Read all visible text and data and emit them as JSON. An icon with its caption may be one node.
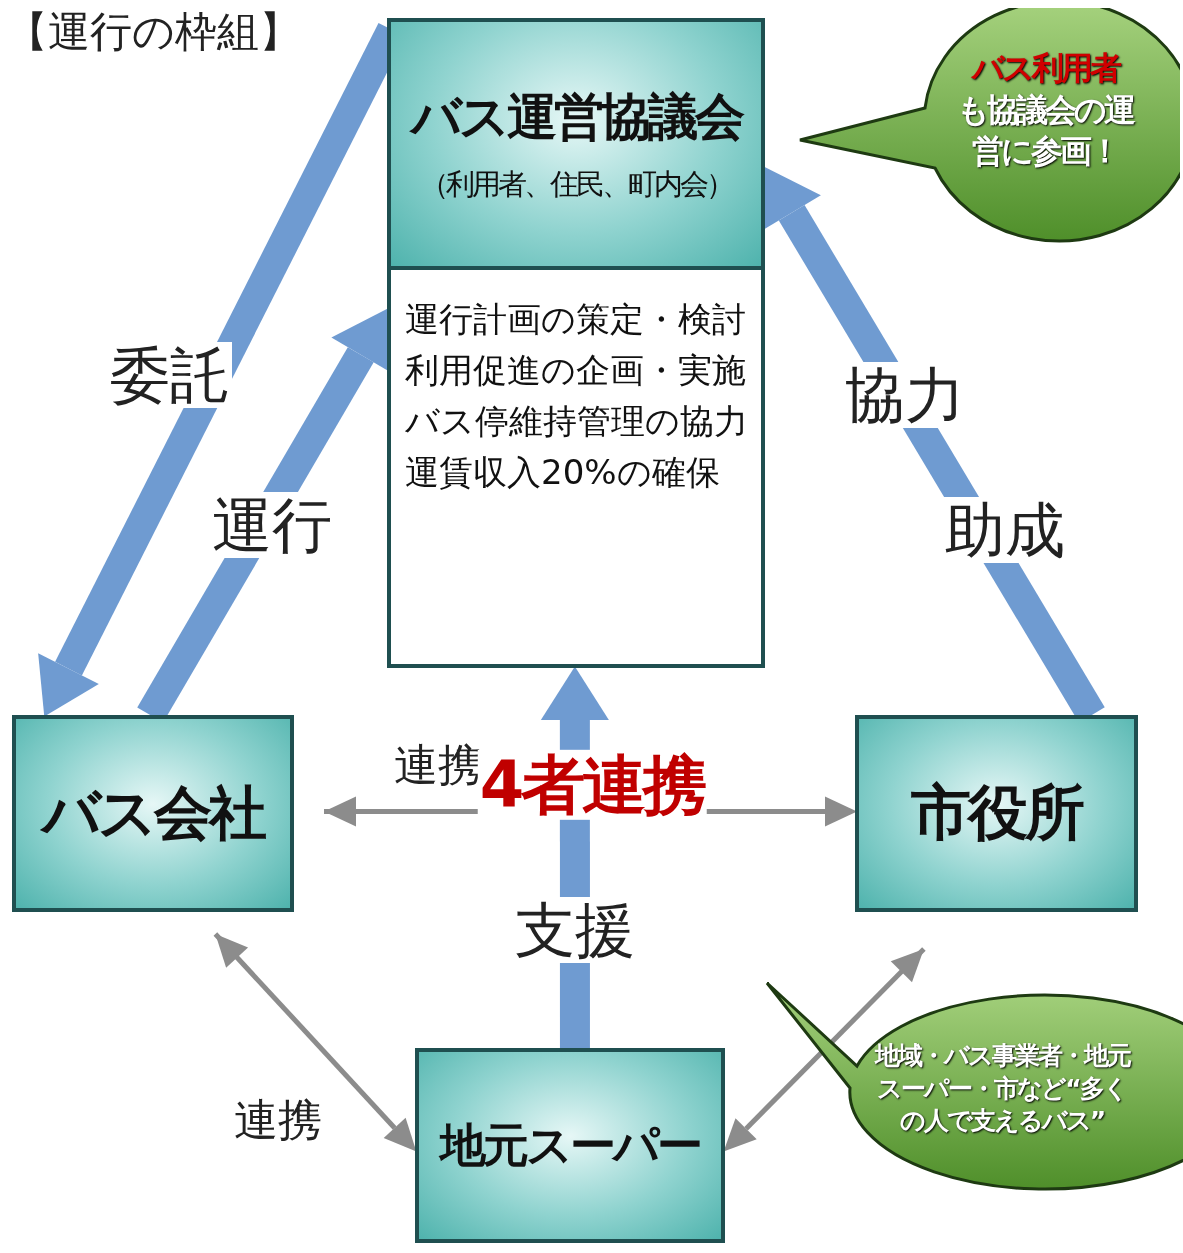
{
  "diagram": {
    "title": "【運行の枠組】",
    "nodes": [
      {
        "text": [
          "バス運営協議会",
          "（利用者、住民、町内会）",
          "運行計画の策定・検討利用促進の企画・実施バス停維持管理の協力運賃収入20%の確保"
        ]
      },
      {
        "text": [
          "バス会社"
        ]
      },
      {
        "text": [
          "市役所"
        ]
      },
      {
        "text": [
          "地元スーパー"
        ]
      },
      {
        "text": [
          "バス利用者",
          "も協議会の運営に参画！"
        ]
      },
      {
        "text": [
          "地域・バス事業者・地元スーパー・市など“多くの人で支えるバス”"
        ]
      }
    ],
    "edges": [
      {
        "from": 0,
        "to": 1,
        "arrow": "to",
        "label": "委託"
      },
      {
        "from": 1,
        "to": 0,
        "arrow": "to",
        "label": "運行"
      },
      {
        "from": 2,
        "to": 0,
        "arrow": "to",
        "label": "協力"
      },
      {
        "from": 3,
        "to": 0,
        "arrow": "to",
        "label": "支援"
      },
      {
        "from": 1,
        "to": 2,
        "arrow": "both",
        "label": "連携",
        "color": "#8c8c8c"
      },
      {
        "from": 1,
        "to": 3,
        "arrow": "both",
        "label": "連携",
        "color": "#8c8c8c"
      },
      {
        "from": 2,
        "to": 3,
        "arrow": "both",
        "color": "#8c8c8c"
      }
    ],
    "labels": [
      "4者連携",
      "助成"
    ]
  }
}
